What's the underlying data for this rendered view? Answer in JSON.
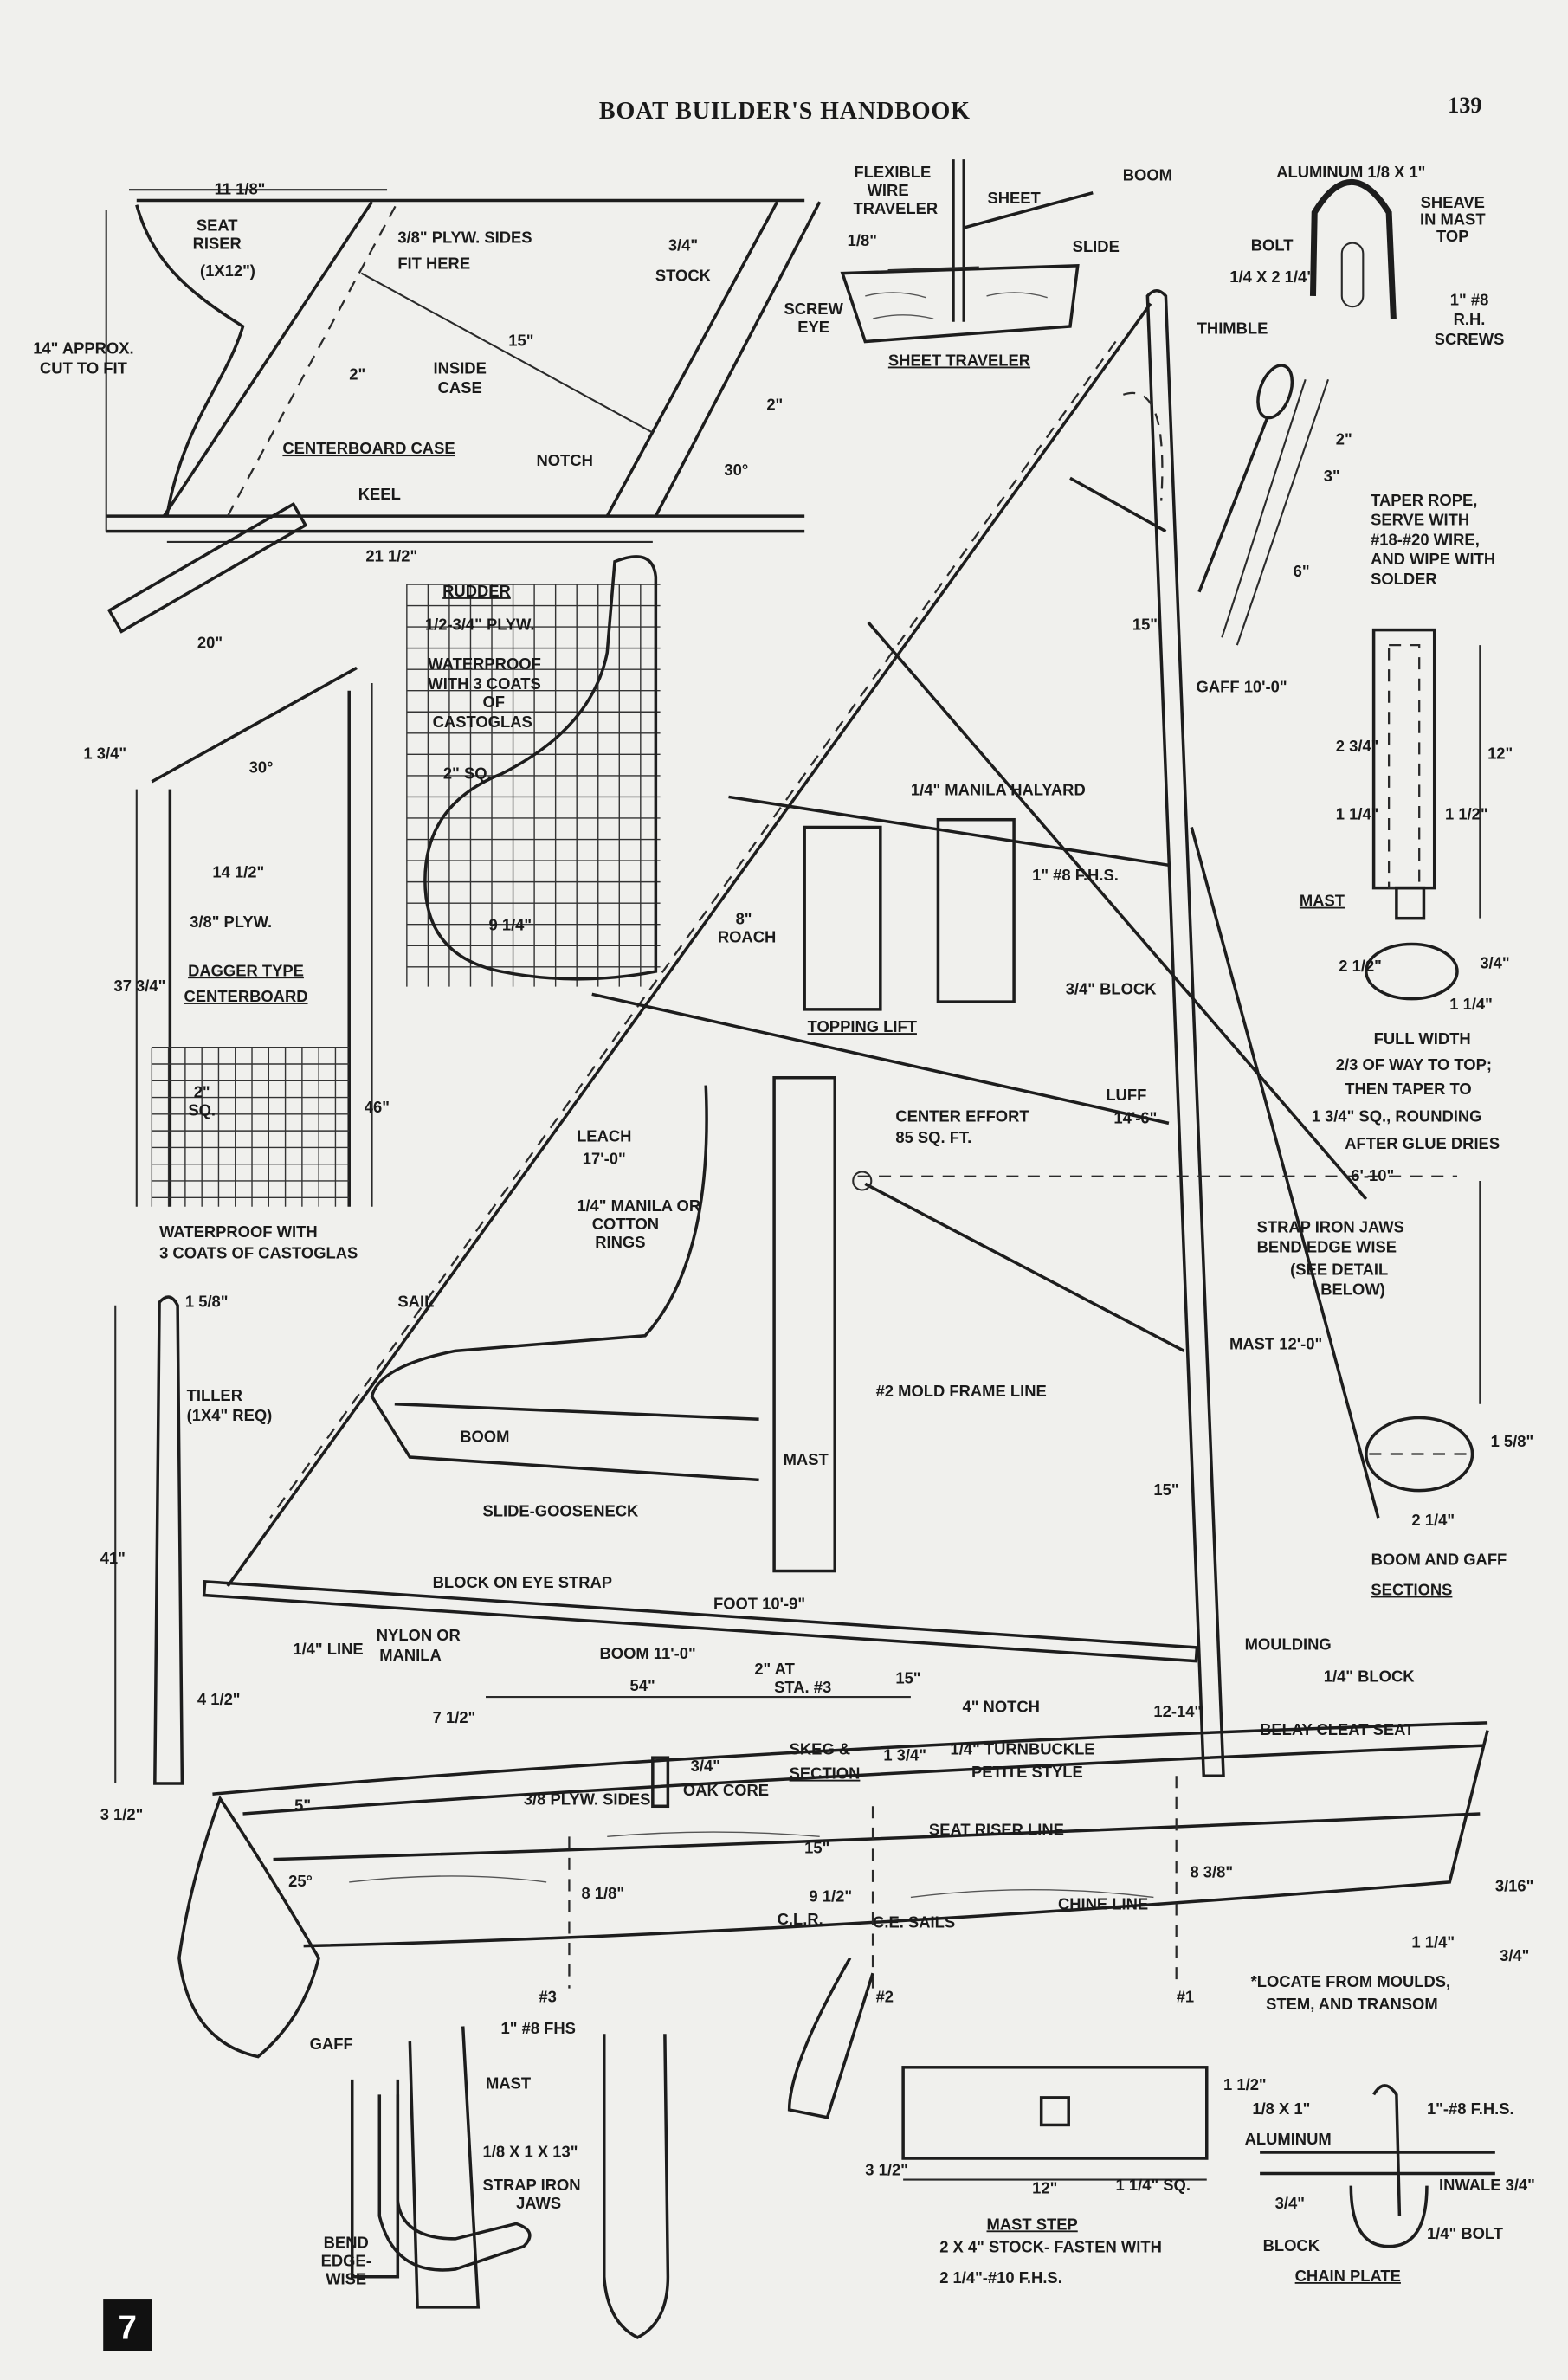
{
  "header": {
    "title": "BOAT BUILDER'S HANDBOOK",
    "page_number": "139",
    "chapter_badge": "7"
  },
  "centerboard_case": {
    "width_top": "11 1/8\"",
    "seat_riser": [
      "SEAT",
      "RISER",
      "(1X12\")"
    ],
    "plyw_sides": [
      "3/8\" PLYW. SIDES",
      "FIT HERE"
    ],
    "stock": [
      "3/4\"",
      "STOCK"
    ],
    "approx": [
      "14\" APPROX.",
      "CUT TO FIT"
    ],
    "dim_15": "15\"",
    "dim_2_left": "2\"",
    "inside_case": [
      "INSIDE",
      "CASE"
    ],
    "dim_2_right": "2\"",
    "title": "CENTERBOARD CASE",
    "notch": "NOTCH",
    "angle": "30°",
    "keel": "KEEL",
    "length": "21 1/2\""
  },
  "sheet_traveler": {
    "flexible": [
      "FLEXIBLE",
      "WIRE",
      "TRAVELER"
    ],
    "eighth": "1/8\"",
    "sheet": "SHEET",
    "boom": "BOOM",
    "slide": "SLIDE",
    "screw_eye": [
      "SCREW",
      "EYE"
    ],
    "title": "SHEET TRAVELER"
  },
  "mast_top": {
    "aluminum": "ALUMINUM 1/8 X 1\"",
    "sheave": [
      "SHEAVE",
      "IN MAST",
      "TOP"
    ],
    "bolt": [
      "BOLT",
      "1/4 X 2 1/4\""
    ],
    "screws": [
      "1\" #8",
      "R.H.",
      "SCREWS"
    ],
    "thimble": "THIMBLE",
    "dim_2": "2\"",
    "dim_3": "3\"",
    "dim_6": "6\"",
    "taper": [
      "TAPER ROPE,",
      "SERVE WITH",
      "#18-#20 WIRE,",
      "AND WIPE WITH",
      "SOLDER"
    ]
  },
  "rigging": {
    "dim_15_top": "15\"",
    "gaff": "GAFF 10'-0\"",
    "halyard": "1/4\" MANILA HALYARD",
    "fhs": "1\" #8 F.H.S.",
    "block": "3/4\" BLOCK",
    "topping_lift": "TOPPING LIFT",
    "luff": [
      "LUFF",
      "14'-6\""
    ],
    "center_effort": [
      "CENTER EFFORT",
      "85 SQ. FT."
    ],
    "leach": [
      "LEACH",
      "17'-0\""
    ],
    "rings": [
      "1/4\" MANILA OR",
      "COTTON",
      "RINGS"
    ],
    "sail": "SAIL",
    "roach": [
      "8\"",
      "ROACH"
    ],
    "strap_jaws": [
      "STRAP IRON JAWS",
      "BEND EDGE WISE",
      "(SEE DETAIL",
      "BELOW)"
    ],
    "mast_len": "MAST 12'-0\"",
    "mold_frame": "#2 MOLD FRAME LINE",
    "boom_label": "BOOM",
    "mast_label": "MAST",
    "dim_15_mid": "15\"",
    "gooseneck": "SLIDE-GOOSENECK",
    "block_eye": "BLOCK ON EYE STRAP",
    "foot": "FOOT 10'-9\"",
    "nylon": [
      "NYLON OR",
      "MANILA"
    ],
    "line": "1/4\" LINE",
    "boom_len": "BOOM 11'-0\"",
    "dist_6_10": "6'-10\""
  },
  "mast_detail": {
    "dim_2_3_4": "2 3/4\"",
    "dim_1_1_4": "1 1/4\"",
    "dim_1_1_2": "1 1/2\"",
    "dim_12": "12\"",
    "title": "MAST",
    "dim_2_1_2": "2 1/2\"",
    "dim_3_4": "3/4\"",
    "dim_1_1_4b": "1 1/4\"",
    "note": [
      "FULL WIDTH",
      "2/3 OF WAY TO TOP;",
      "THEN TAPER TO",
      "1 3/4\" SQ., ROUNDING",
      "AFTER GLUE DRIES"
    ]
  },
  "sections": {
    "dim_1_5_8": "1 5/8\"",
    "dim_2_1_4": "2 1/4\"",
    "title": [
      "BOOM AND GAFF",
      "SECTIONS"
    ]
  },
  "rudder": {
    "title": "RUDDER",
    "plyw": "1/2-3/4\" PLYW.",
    "waterproof": [
      "WATERPROOF",
      "WITH 3 COATS",
      "OF",
      "CASTOGLAS"
    ],
    "grid": "2\" SQ.",
    "dim": "9 1/4\""
  },
  "dagger": {
    "dim_20": "20\"",
    "dim_1_3_4": "1 3/4\"",
    "angle": "30°",
    "width": "14 1/2\"",
    "plyw": "3/8\" PLYW.",
    "title": [
      "DAGGER TYPE",
      "CENTERBOARD"
    ],
    "height": "37 3/4\"",
    "grid": [
      "2\"",
      "SQ."
    ],
    "total": "46\"",
    "waterproof": [
      "WATERPROOF WITH",
      "3 COATS OF CASTOGLAS"
    ]
  },
  "tiller": {
    "dim_1_5_8": "1 5/8\"",
    "label": [
      "TILLER",
      "(1X4\" REQ)"
    ],
    "length": "41\"",
    "dim_4_1_2": "4 1/2\"",
    "dim_3_1_2": "3 1/2\""
  },
  "hull": {
    "moulding": "MOULDING",
    "block": "1/4\" BLOCK",
    "dim_54": "54\"",
    "sta": [
      "2\" AT",
      "STA. #3"
    ],
    "dim_15": "15\"",
    "notch": "4\" NOTCH",
    "dim_7_1_2": "7 1/2\"",
    "dim_12_14": "12-14\"",
    "belay": "BELAY CLEAT SEAT",
    "skeg": [
      "SKEG &",
      "SECTION"
    ],
    "dim_1_3_4": "1 3/4\"",
    "turnbuckle": [
      "1/4\" TURNBUCKLE",
      "PETITE STYLE"
    ],
    "plyw_sides": "3/8 PLYW. SIDES",
    "oak_core": [
      "3/4\"",
      "OAK CORE"
    ],
    "dim_5": "5\"",
    "seat_riser_line": "SEAT RISER LINE",
    "dim_15b": "15\"",
    "angle": "25°",
    "dim_8_1_8": "8 1/8\"",
    "dim_9_1_2": "9 1/2\"",
    "clr": "C.L.R.",
    "ce": "C.E. SAILS",
    "chine": "CHINE LINE",
    "dim_8_3_8": "8 3/8\"",
    "dim_3_16": "3/16\"",
    "dim_1_1_4": "1 1/4\"",
    "dim_3_4": "3/4\"",
    "locate": [
      "*LOCATE FROM MOULDS,",
      "STEM, AND TRANSOM"
    ],
    "sta3": "#3",
    "sta2": "#2",
    "sta1": "#1"
  },
  "jaws_detail": {
    "gaff": "GAFF",
    "mast": "MAST",
    "fhs": "1\" #8 FHS",
    "strap": [
      "1/8 X 1 X 13\"",
      "STRAP IRON",
      "JAWS"
    ],
    "bend": [
      "BEND",
      "EDGE-",
      "WISE"
    ]
  },
  "mast_step": {
    "dim_3_1_2": "3 1/2\"",
    "dim_12": "12\"",
    "sq": "1 1/4\" SQ.",
    "dim_1_1_2": "1 1/2\"",
    "title": "MAST STEP",
    "note": [
      "2 X 4\" STOCK- FASTEN WITH",
      "2 1/4\"-#10 F.H.S."
    ]
  },
  "chain_plate": {
    "aluminum": [
      "1/8 X 1\"",
      "ALUMINUM"
    ],
    "fhs": "1\"-#8 F.H.S.",
    "inwale": "INWALE 3/4\"",
    "block": [
      "3/4\"",
      "BLOCK"
    ],
    "bolt": "1/4\" BOLT",
    "title": "CHAIN PLATE"
  }
}
